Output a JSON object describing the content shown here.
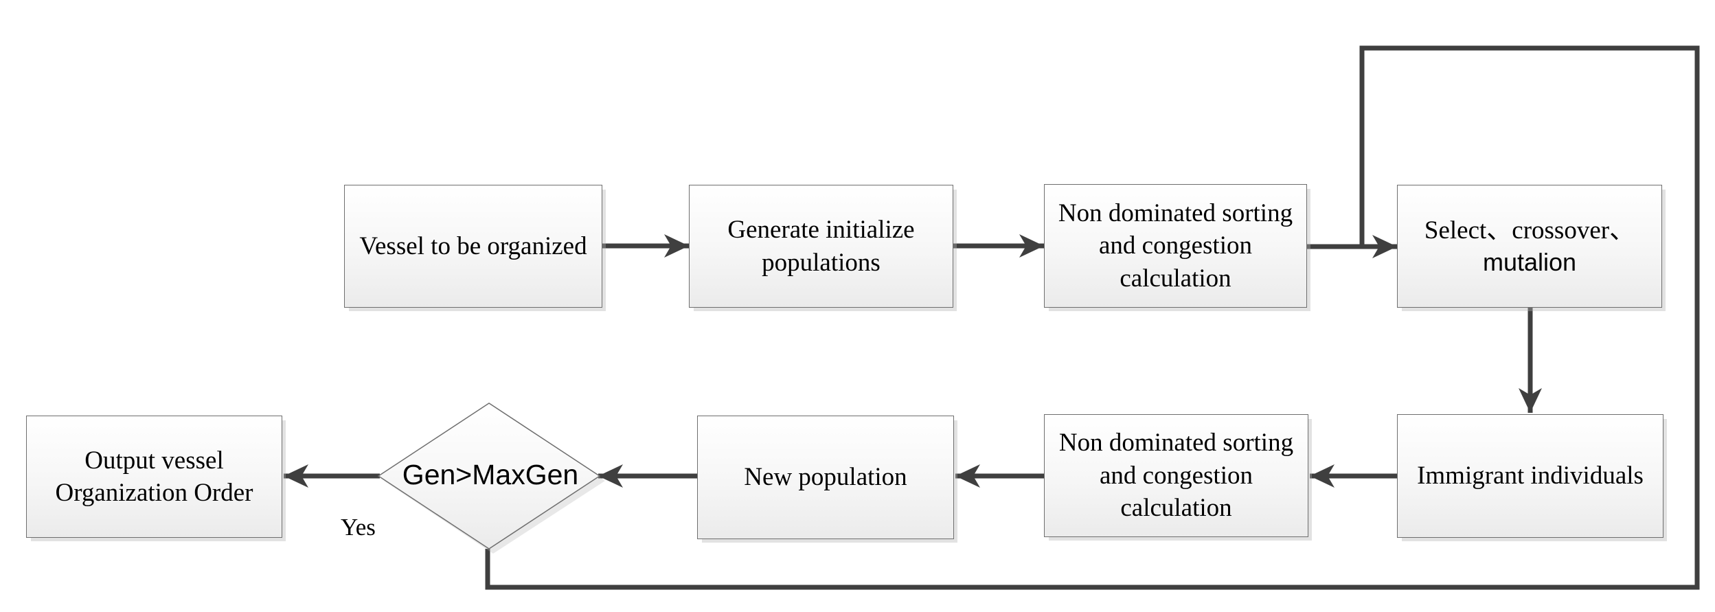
{
  "diagram": {
    "title": "vessel organization genetic algorithm flowchart",
    "nodes": {
      "vessel": {
        "label": "Vessel to be organized"
      },
      "generate": {
        "label": "Generate initialize\npopulations"
      },
      "sorting_top": {
        "label": "Non dominated sorting\nand congestion\ncalculation"
      },
      "select": {
        "line1": "Select、crossover、",
        "line2": "mutalion"
      },
      "immigrant": {
        "label": "Immigrant individuals"
      },
      "sorting_bottom": {
        "label": "Non dominated sorting\nand congestion\ncalculation"
      },
      "new_population": {
        "label": "New population"
      },
      "decision": {
        "label": "Gen>MaxGen"
      },
      "output": {
        "label": "Output vessel\nOrganization Order"
      }
    },
    "edge_labels": {
      "yes": "Yes"
    },
    "colors": {
      "arrow": "#3f3f3f",
      "node_border": "#6e6e6e",
      "node_fill_top": "#ffffff",
      "node_fill_bottom": "#ebebeb",
      "background": "#ffffff"
    }
  }
}
